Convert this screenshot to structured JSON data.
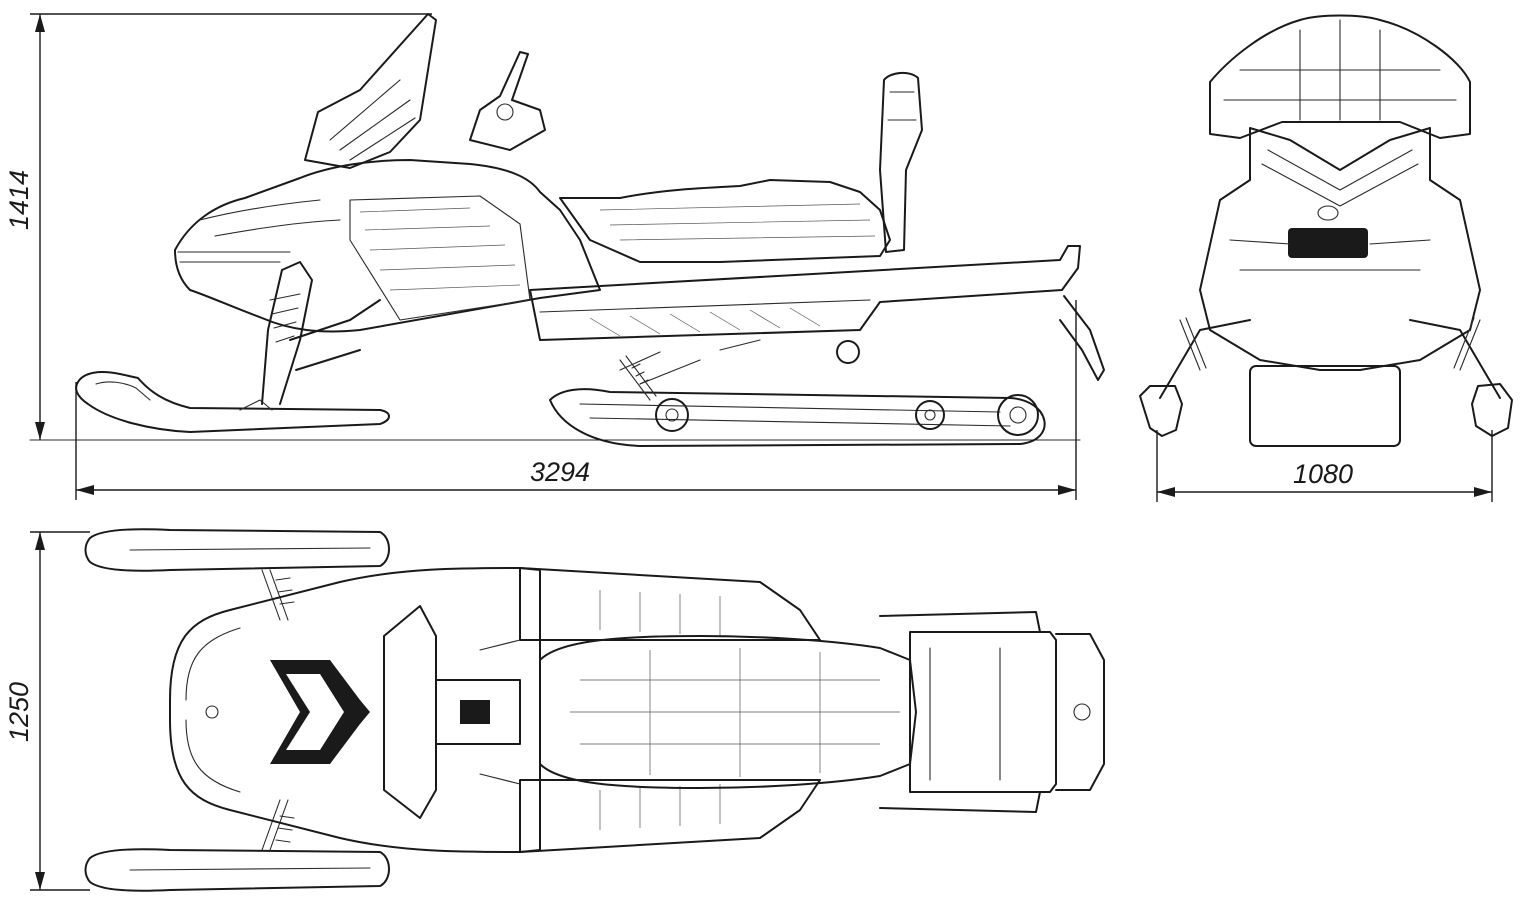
{
  "dimensions": {
    "height": "1414",
    "length": "3294",
    "width": "1080",
    "track_width": "1250"
  }
}
